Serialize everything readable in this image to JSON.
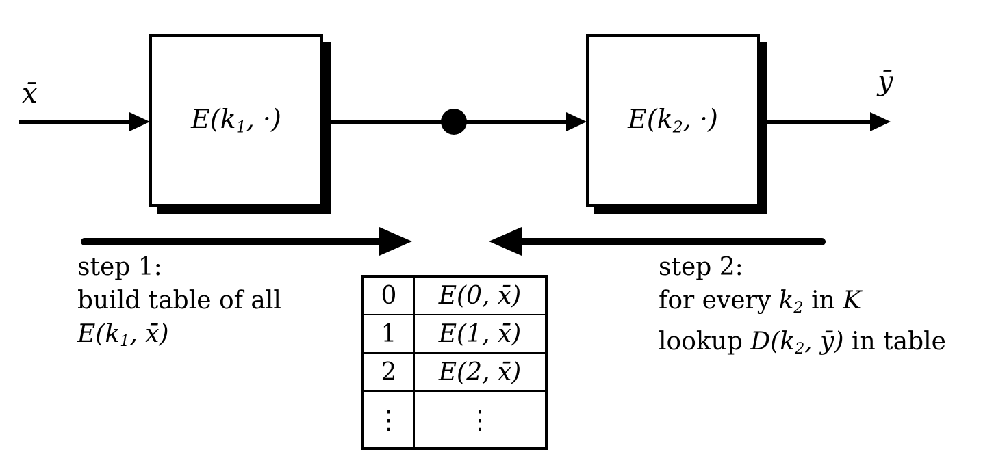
{
  "colors": {
    "ink": "#000000",
    "background": "#ffffff"
  },
  "pipeline": {
    "input_label": "x̄",
    "output_label": "ȳ",
    "box1": {
      "pre": "E(k",
      "sub": "1",
      "post": ", ·)"
    },
    "box2": {
      "pre": "E(k",
      "sub": "2",
      "post": ", ·)"
    }
  },
  "step1": {
    "title": "step 1:",
    "line2": "build table of all",
    "formula": {
      "pre": "E(k",
      "sub": "1",
      "post": ", x̄)"
    }
  },
  "step2": {
    "title": "step 2:",
    "line2": {
      "pre": "for every ",
      "var": "k",
      "sub": "2",
      "mid": " in ",
      "set": "K"
    },
    "line3": {
      "pre": "lookup ",
      "fn": "D(k",
      "sub": "2",
      "post": ", ȳ)",
      "tail": " in table"
    }
  },
  "table": {
    "rows": [
      {
        "key": "0",
        "value": "E(0, x̄)"
      },
      {
        "key": "1",
        "value": "E(1, x̄)"
      },
      {
        "key": "2",
        "value": "E(2, x̄)"
      },
      {
        "key": "⋮",
        "value": "⋮"
      }
    ]
  }
}
